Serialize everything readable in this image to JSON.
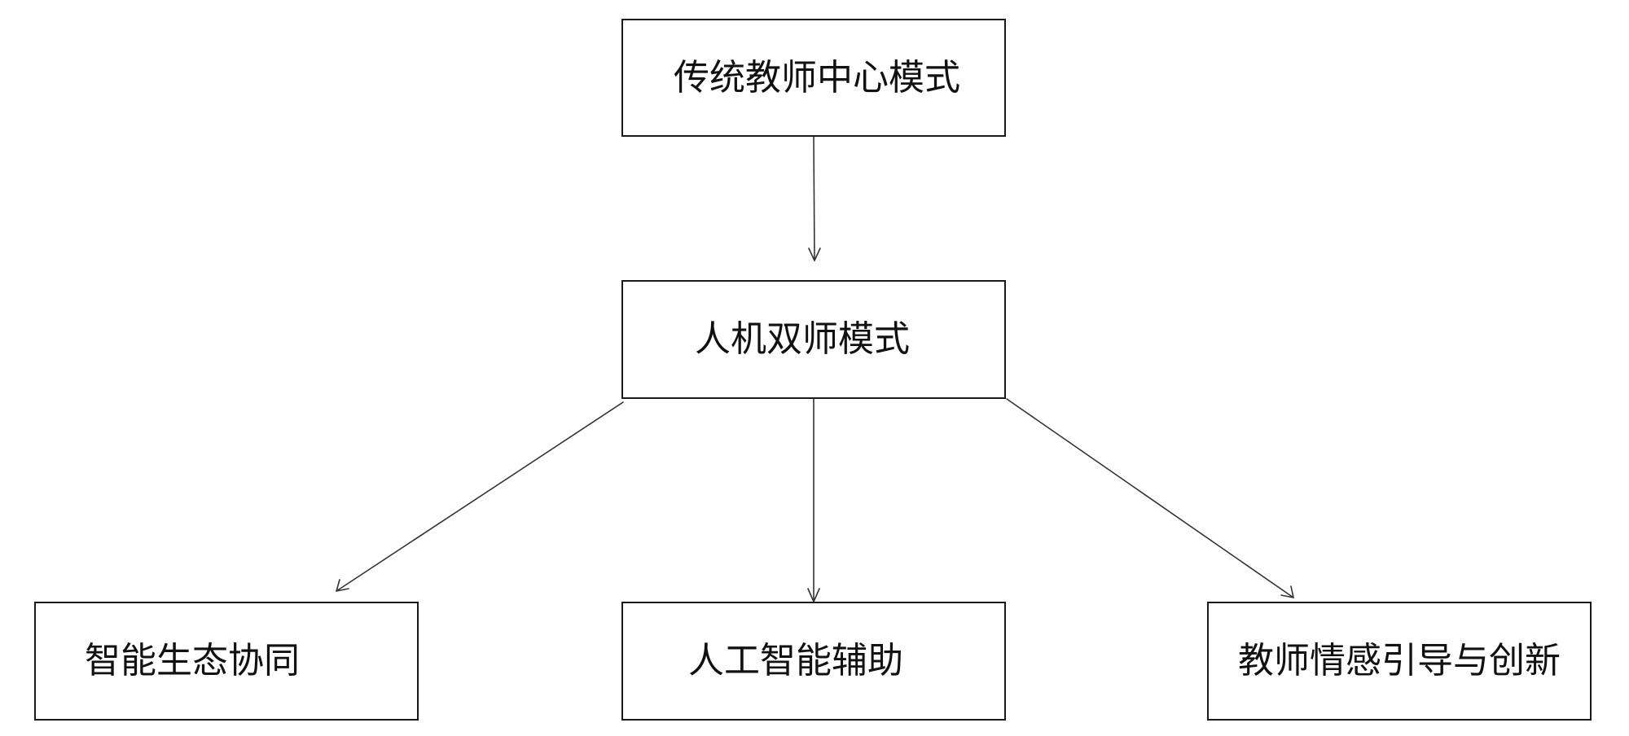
{
  "nodes": {
    "top": {
      "label": "传统教师中心模式"
    },
    "middle": {
      "label": "人机双师模式"
    },
    "left": {
      "label": "智能生态协同"
    },
    "center": {
      "label": "人工智能辅助"
    },
    "right": {
      "label": "教师情感引导与创新"
    }
  },
  "edges": [
    {
      "from": "top",
      "to": "middle"
    },
    {
      "from": "middle",
      "to": "left"
    },
    {
      "from": "middle",
      "to": "center"
    },
    {
      "from": "middle",
      "to": "right"
    }
  ],
  "colors": {
    "stroke": "#1a1a1a",
    "text": "#111111",
    "background": "#ffffff"
  }
}
